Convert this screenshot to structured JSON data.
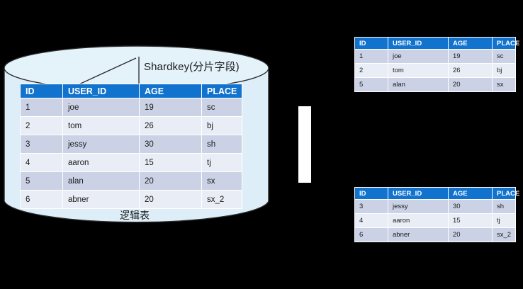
{
  "diagram": {
    "background_color": "#000000",
    "accent_color": "#1273ce",
    "cylinder_fill": "#ddeef8",
    "cylinder_stroke": "#2a2a2a",
    "row_color_odd": "#ccd2e6",
    "row_color_even": "#e9edf6"
  },
  "callout": {
    "shardkey_label": "Shardkey(分片字段)",
    "target_column": "USER_ID"
  },
  "logical_table": {
    "caption": "逻辑表",
    "columns": [
      "ID",
      "USER_ID",
      "AGE",
      "PLACE"
    ],
    "rows": [
      [
        "1",
        "joe",
        "19",
        "sc"
      ],
      [
        "2",
        "tom",
        "26",
        "bj"
      ],
      [
        "3",
        "jessy",
        "30",
        "sh"
      ],
      [
        "4",
        "aaron",
        "15",
        "tj"
      ],
      [
        "5",
        "alan",
        "20",
        "sx"
      ],
      [
        "6",
        "abner",
        "20",
        "sx_2"
      ]
    ]
  },
  "shards": [
    {
      "columns": [
        "ID",
        "USER_ID",
        "AGE",
        "PLACE"
      ],
      "rows": [
        [
          "1",
          "joe",
          "19",
          "sc"
        ],
        [
          "2",
          "tom",
          "26",
          "bj"
        ],
        [
          "5",
          "alan",
          "20",
          "sx"
        ]
      ]
    },
    {
      "columns": [
        "ID",
        "USER_ID",
        "AGE",
        "PLACE"
      ],
      "rows": [
        [
          "3",
          "jessy",
          "30",
          "sh"
        ],
        [
          "4",
          "aaron",
          "15",
          "tj"
        ],
        [
          "6",
          "abner",
          "20",
          "sx_2"
        ]
      ]
    }
  ]
}
